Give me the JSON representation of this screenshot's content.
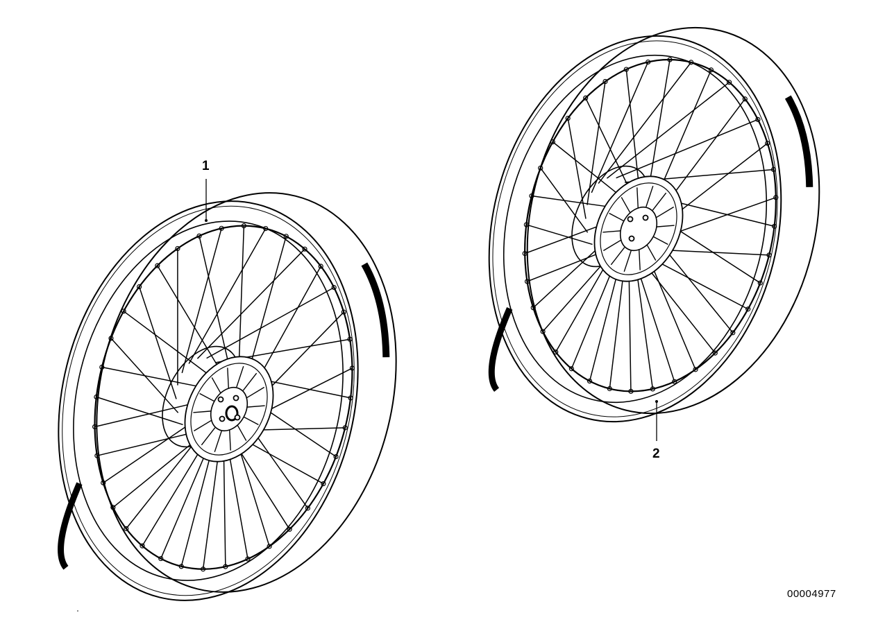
{
  "callouts": [
    {
      "number": "1"
    },
    {
      "number": "2"
    }
  ],
  "diagram_number": "00004977",
  "colors": {
    "line": "#000000",
    "background": "#ffffff"
  }
}
